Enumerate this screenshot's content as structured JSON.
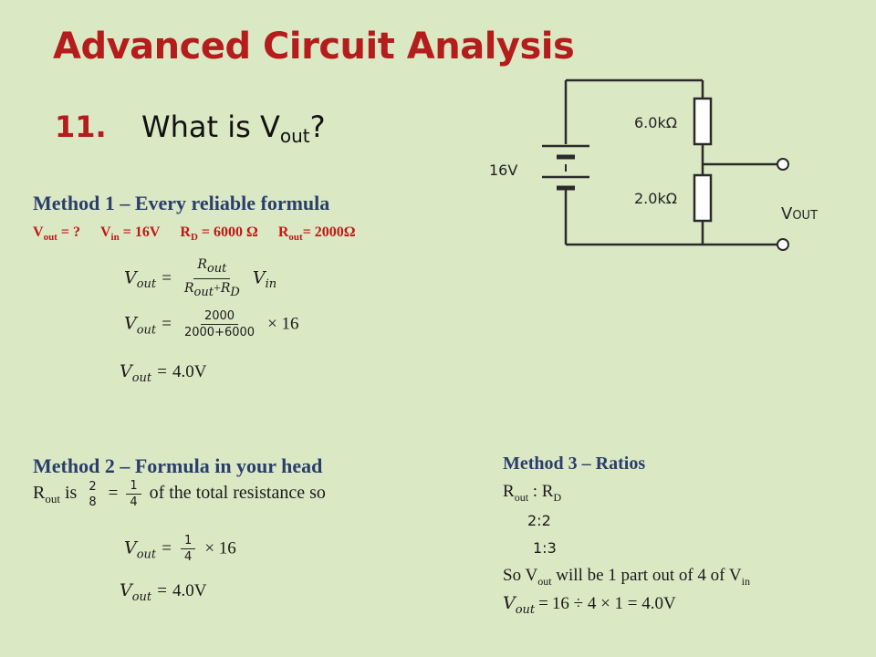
{
  "title": "Advanced Circuit Analysis",
  "question": {
    "number": "11.",
    "text_prefix": "What is V",
    "text_sub": "out",
    "text_suffix": "?"
  },
  "method1": {
    "heading": "Method 1 – Every reliable formula",
    "givens": [
      {
        "sym": "V",
        "sub": "out",
        "rest": " = ?"
      },
      {
        "sym": "V",
        "sub": "in",
        "rest": " =  16V"
      },
      {
        "sym": "R",
        "sub": "D",
        "rest": " = 6000 Ω"
      },
      {
        "sym": "R",
        "sub": "out",
        "rest": "= 2000Ω"
      }
    ],
    "eq1": {
      "lhs": "V",
      "lhs_sub": "out",
      "eq": "=",
      "num": "R",
      "num_sub": "out",
      "den_a": "R",
      "den_a_sub": "out",
      "den_plus": "+",
      "den_b": "R",
      "den_b_sub": "D",
      "rhs": "V",
      "rhs_sub": "in"
    },
    "eq2": {
      "lhs": "V",
      "lhs_sub": "out",
      "eq": "=",
      "num": "2000",
      "den": "2000+6000",
      "times": "× 16"
    },
    "eq3": {
      "lhs": "V",
      "lhs_sub": "out",
      "eq": "=",
      "rhs": "4.0V"
    }
  },
  "method2": {
    "heading": "Method 2 – Formula in your head",
    "line_R": "R",
    "line_R_sub": "out",
    "line_is": " is ",
    "frac1_num": "2",
    "frac1_den": "8",
    "eq": "=",
    "frac2_num": "1",
    "frac2_den": "4",
    "line_rest": " of the total resistance so",
    "eq1": {
      "lhs": "V",
      "lhs_sub": "out",
      "eq": "=",
      "num": "1",
      "den": "4",
      "times": "× 16"
    },
    "eq2": {
      "lhs": "V",
      "lhs_sub": "out",
      "eq": "=",
      "rhs": "4.0V"
    }
  },
  "method3": {
    "heading": "Method 3 – Ratios",
    "ratio_label_a": "R",
    "ratio_label_a_sub": "out",
    "ratio_label_mid": " : R",
    "ratio_label_b_sub": "D",
    "ratio1": "2:2",
    "ratio2": "1:3",
    "so_a": "So V",
    "so_a_sub": "out",
    "so_mid": " will be 1 part out of 4 of V",
    "so_b_sub": "in",
    "final_lhs": "V",
    "final_lhs_sub": "out",
    "final_eq": "=",
    "final_rhs": "16 ÷ 4 × 1 = 4.0V"
  },
  "circuit": {
    "battery_label": "16V",
    "r_top_label": "6.0kΩ",
    "r_bottom_label": "2.0kΩ",
    "vout_label_main": "V",
    "vout_label_sub": "OUT"
  }
}
